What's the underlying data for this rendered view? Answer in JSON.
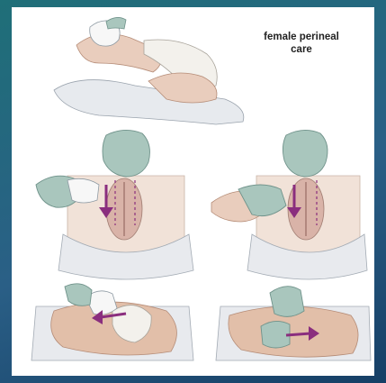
{
  "figure": {
    "title_line1": "female perineal",
    "title_line2": "care"
  },
  "colors": {
    "glove": "#a9c6bd",
    "glove_shade": "#7fa39a",
    "skin": "#e9cdbd",
    "skin_shade": "#c79f8a",
    "sheet": "#eef0f3",
    "arrow": "#8a2e7e",
    "washcloth": "#f7f7f7"
  },
  "panels": [
    {
      "name": "panel-top-positioning"
    },
    {
      "name": "panel-mid-left-labia"
    },
    {
      "name": "panel-mid-right-center"
    },
    {
      "name": "panel-bottom-left-sidelying"
    },
    {
      "name": "panel-bottom-right-sidelying"
    }
  ]
}
